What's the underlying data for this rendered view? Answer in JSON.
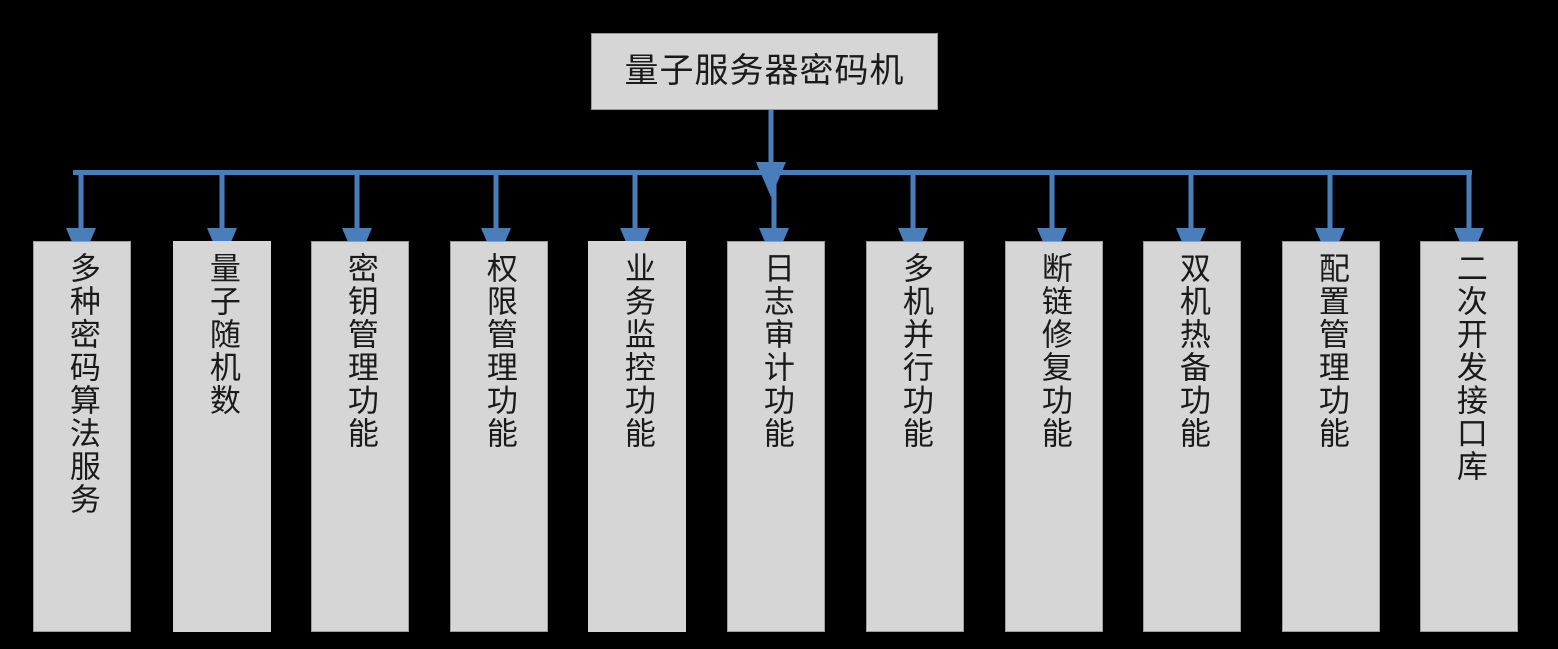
{
  "diagram": {
    "title": "量子服务器密码机",
    "type": "tree-hierarchy",
    "orientation": "top-down",
    "colors": {
      "background": "#000000",
      "node_fill": "#D6D6D6",
      "node_border": "#9D9D9D",
      "connector": "#4A7EBB",
      "text": "#1A1A1A"
    },
    "root": {
      "label": "量子服务器密码机",
      "name": "root-node"
    },
    "bus": {
      "label": "horizontal-distribution-bus"
    },
    "children": [
      {
        "label": "多种密码算法服务",
        "name": "leaf-duo-zhong-mi-ma-suan-fa-fu-wu"
      },
      {
        "label": "量子随机数",
        "name": "leaf-liang-zi-sui-ji-shu"
      },
      {
        "label": "密钥管理功能",
        "name": "leaf-mi-yue-guan-li-gong-neng"
      },
      {
        "label": "权限管理功能",
        "name": "leaf-quan-xian-guan-li-gong-neng"
      },
      {
        "label": "业务监控功能",
        "name": "leaf-ye-wu-jian-kong-gong-neng"
      },
      {
        "label": "日志审计功能",
        "name": "leaf-ri-zhi-shen-ji-gong-neng"
      },
      {
        "label": "多机并行功能",
        "name": "leaf-duo-ji-bing-xing-gong-neng"
      },
      {
        "label": "断链修复功能",
        "name": "leaf-duan-lian-xiu-fu-gong-neng"
      },
      {
        "label": "双机热备功能",
        "name": "leaf-shuang-ji-re-bei-gong-neng"
      },
      {
        "label": "配置管理功能",
        "name": "leaf-pei-zhi-guan-li-gong-neng"
      },
      {
        "label": "二次开发接口库",
        "name": "leaf-er-ci-kai-fa-jie-kou-ku"
      }
    ]
  }
}
